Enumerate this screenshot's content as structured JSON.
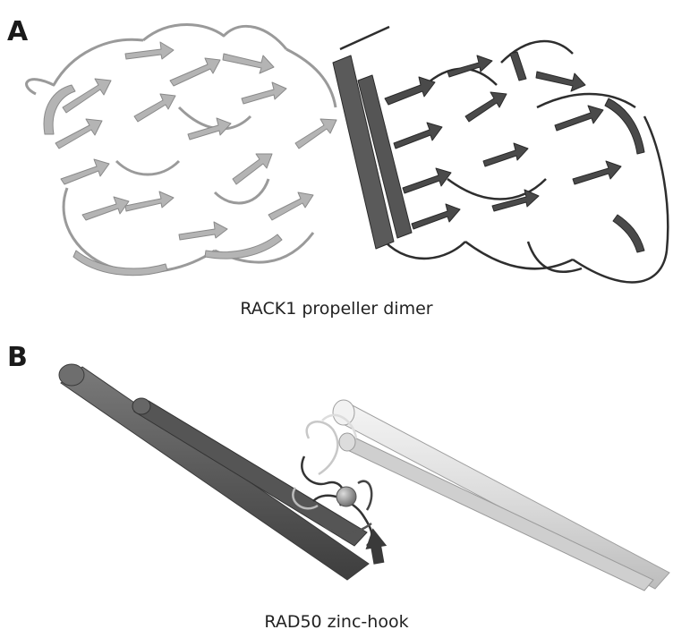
{
  "panels": [
    {
      "letter": "A",
      "caption": "RACK1 propeller dimer"
    },
    {
      "letter": "B",
      "caption": "RAD50 zinc-hook"
    }
  ],
  "colors": {
    "light_protomer": "#b4b4b4",
    "dark_protomer": "#4a4a4a",
    "dark_coil": "#5e5e5e",
    "light_coil": "#e2e2e2",
    "zinc_ion": "#9a9a9a"
  }
}
